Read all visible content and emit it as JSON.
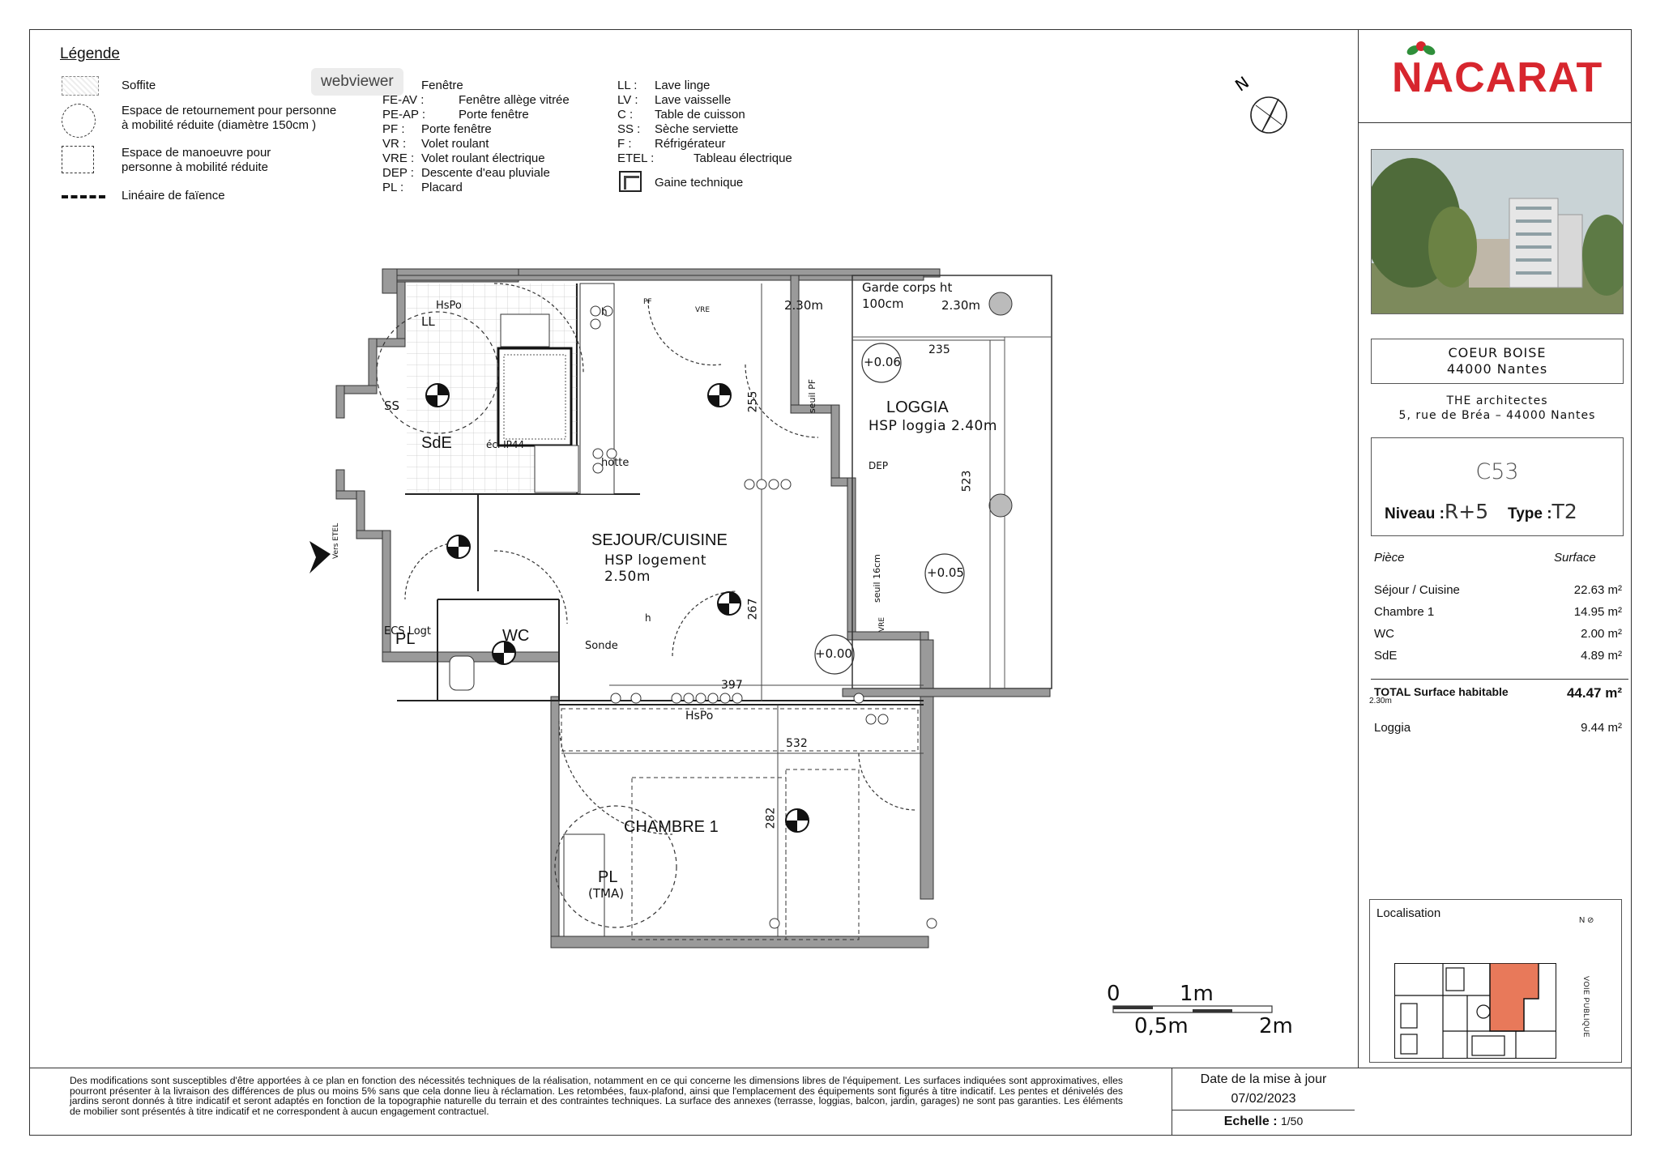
{
  "legend": {
    "title": "Légende",
    "col1": [
      {
        "id": "soffite",
        "label": "Soffite"
      },
      {
        "id": "retournement",
        "label": "Espace de retournement pour personne\nà mobilité réduite (diamètre 150cm )"
      },
      {
        "id": "manoeuvre",
        "label": "Espace de manoeuvre pour\npersonne à mobilité réduite"
      },
      {
        "id": "faience",
        "label": "Linéaire de faïence"
      }
    ],
    "col2": [
      {
        "code": "F :",
        "label": "Fenêtre"
      },
      {
        "code": "FE-AV :",
        "label": "Fenêtre allège vitrée"
      },
      {
        "code": "PE-AP :",
        "label": "Porte fenêtre"
      },
      {
        "code": "PF :",
        "label": "Porte fenêtre"
      },
      {
        "code": "VR :",
        "label": "Volet roulant"
      },
      {
        "code": "VRE :",
        "label": "Volet roulant électrique"
      },
      {
        "code": "DEP :",
        "label": "Descente d'eau pluviale"
      },
      {
        "code": "PL :",
        "label": "Placard"
      }
    ],
    "col3": [
      {
        "code": "LL :",
        "label": "Lave linge"
      },
      {
        "code": "LV :",
        "label": "Lave vaisselle"
      },
      {
        "code": "C :",
        "label": "Table de cuisson"
      },
      {
        "code": "SS :",
        "label": "Sèche serviette"
      },
      {
        "code": "F :",
        "label": "Réfrigérateur"
      },
      {
        "code": "ETEL :",
        "label": "Tableau électrique"
      }
    ],
    "gaine": "Gaine technique"
  },
  "overlay": {
    "webviewer": "webviewer"
  },
  "plan": {
    "rooms": {
      "sejour": {
        "name": "SEJOUR/CUISINE",
        "hsp_label": "HSP logement",
        "hsp_value": "2.50m"
      },
      "loggia": {
        "name": "LOGGIA",
        "hsp": "HSP loggia 2.40m"
      },
      "sde": {
        "name": "SdE"
      },
      "wc": {
        "name": "WC"
      },
      "chambre": {
        "name": "CHAMBRE 1"
      },
      "pl_chambre": {
        "name": "PL",
        "sub": "(TMA)"
      },
      "pl_entree": {
        "name": "PL"
      }
    },
    "dimensions": {
      "d235": "235",
      "d523": "523",
      "d255": "255",
      "d267": "267",
      "d397": "397",
      "d532": "532",
      "d282": "282",
      "h230a": "2.30m"
    },
    "labels": {
      "garde_corps": "Garde corps ht",
      "garde_corps2": "100cm",
      "h230b": "2.30m",
      "lvl1": "+0.06",
      "lvl2": "+0.05",
      "lvl3": "+0.00",
      "hspo1": "HsPo",
      "hspo2": "HsPo",
      "ll": "LL",
      "ss": "SS",
      "ecl": "écl IP44",
      "hotte": "hotte",
      "sonde": "Sonde",
      "ecs": "ECS Logt",
      "vers_etel": "Vers ETEL",
      "seuil": "seuil 16cm",
      "seuil_pf": "seuil PF",
      "vre1": "VRE",
      "vre2": "VRE",
      "pf": "PF",
      "dep": "DEP",
      "h1": "h",
      "h2": "h"
    }
  },
  "scale": {
    "t0": "0",
    "t1": "1m",
    "t05": "0,5m",
    "t2": "2m"
  },
  "north": "N",
  "footer": {
    "disclaimer": "Des modifications sont susceptibles d'être apportées à ce plan en fonction des nécessités techniques de la réalisation, notamment en ce qui concerne les dimensions libres de l'équipement. Les surfaces indiquées sont approximatives, elles pourront présenter à la livraison des différences de plus ou moins 5% sans que cela donne lieu à réclamation. Les retombées, faux-plafond, ainsi que l'emplacement des équipements sont figurés à titre indicatif. Les pentes et dénivelés des jardins seront donnés à titre indicatif et seront adaptés en fonction de la topographie naturelle du terrain et des contraintes techniques. La surface des annexes (terrasse, loggias, balcon, jardin, garages) ne sont pas garanties. Les éléments de mobilier sont présentés à titre indicatif et ne correspondent à aucun engagement contractuel.",
    "date_label": "Date de la mise à jour",
    "date_value": "07/02/2023",
    "echelle_label": "Echelle :",
    "echelle_value": "1/50"
  },
  "sidebar": {
    "logo": "NACARAT",
    "project": {
      "name": "COEUR BOISE",
      "city": "44000 Nantes"
    },
    "architect": {
      "name": "THE architectes",
      "address": "5, rue de Bréa – 44000 Nantes"
    },
    "lot": {
      "code": "C53",
      "niveau_label": "Niveau :",
      "niveau_value": "R+5",
      "type_label": "Type :",
      "type_value": "T2"
    },
    "surfaces": {
      "head_piece": "Pièce",
      "head_surface": "Surface",
      "rows": [
        {
          "name": "Séjour / Cuisine",
          "value": "22.63  m²"
        },
        {
          "name": "Chambre 1",
          "value": "14.95  m²"
        },
        {
          "name": "WC",
          "value": "2.00  m²"
        },
        {
          "name": "SdE",
          "value": "4.89  m²"
        }
      ],
      "total_name": "TOTAL Surface habitable",
      "total_value": "44.47  m²",
      "total_small": "2.30m",
      "loggia_name": "Loggia",
      "loggia_value": "9.44  m²"
    },
    "localisation": {
      "title": "Localisation",
      "voie": "VOIE PUBLIQUE",
      "north": "N"
    }
  },
  "colors": {
    "brand": "#d7262e",
    "wall": "#8a8a8a",
    "highlight": "#e8795a"
  }
}
